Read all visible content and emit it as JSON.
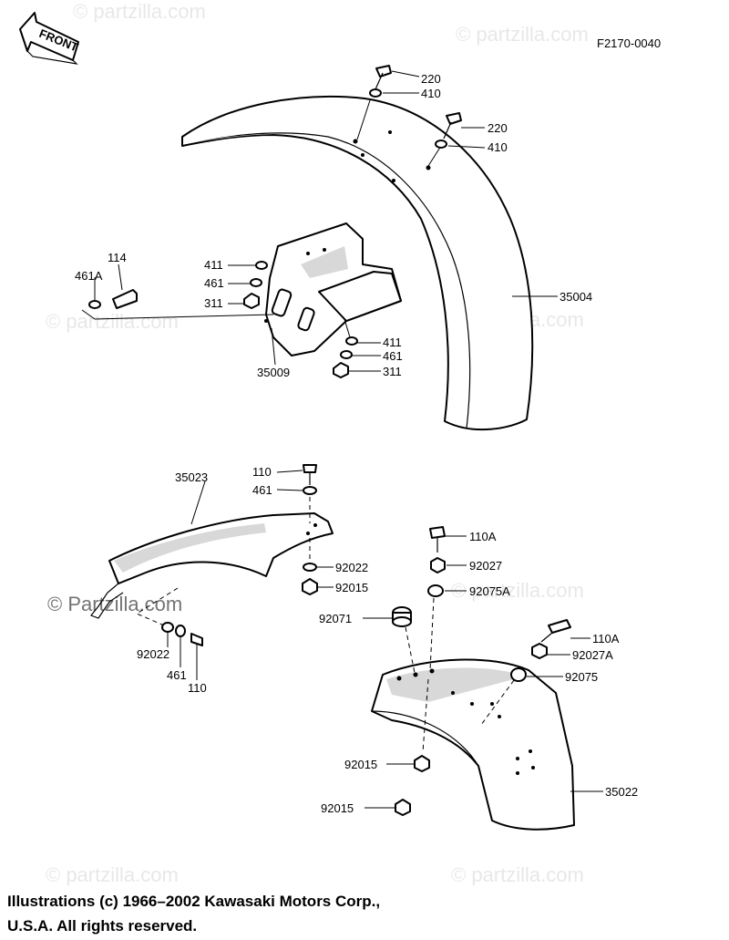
{
  "diagram_code": "F2170-0040",
  "front_badge": "FRONT",
  "watermark": "© Partzilla.com",
  "watermark_short": "© partzilla.com",
  "copyright": "Illustrations (c) 1966–2002 Kawasaki Motors Corp., U.S.A.  All rights reserved.",
  "labels": {
    "p220a": "220",
    "p410a": "410",
    "p220b": "220",
    "p410b": "410",
    "p114": "114",
    "p461a": "461A",
    "p411a": "411",
    "p461b": "461",
    "p311a": "311",
    "p35009": "35009",
    "p35004": "35004",
    "p411b": "411",
    "p461c": "461",
    "p311b": "311",
    "p35023": "35023",
    "p110a": "110",
    "p461d": "461",
    "p92022a": "92022",
    "p92015a": "92015",
    "p92022b": "92022",
    "p461e": "461",
    "p110b": "110",
    "p110A1": "110A",
    "p92027": "92027",
    "p92075A": "92075A",
    "p92071": "92071",
    "p110A2": "110A",
    "p92027A": "92027A",
    "p92075": "92075",
    "p92015b": "92015",
    "p35022": "35022",
    "p92015c": "92015"
  }
}
